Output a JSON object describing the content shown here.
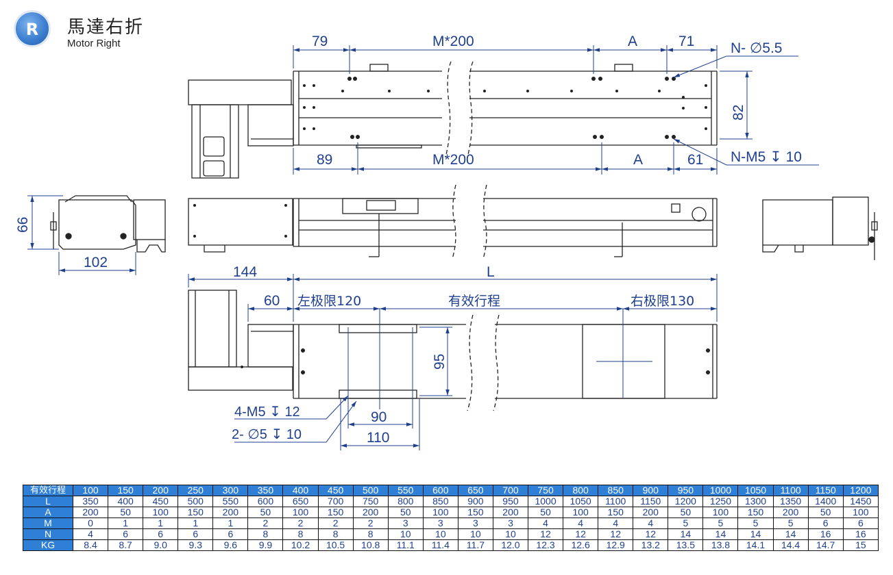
{
  "brand": {
    "title_cn": "馬達右折",
    "title_en": "Motor Right",
    "badge": "R"
  },
  "top_view": {
    "dim_79": "79",
    "dim_m200_top": "M*200",
    "dim_a_top": "A",
    "dim_71": "71",
    "dim_89": "89",
    "dim_m200_bottom": "M*200",
    "dim_a_bottom": "A",
    "dim_61": "61",
    "dim_82": "82",
    "note_holes": "N- ∅5.5",
    "note_threads": "N-M5 ↧ 10"
  },
  "front_view": {
    "dim_66": "66",
    "dim_102": "102"
  },
  "bottom_view": {
    "dim_144": "144",
    "dim_l": "L",
    "dim_60": "60",
    "left_limit": "左极限120",
    "stroke": "有效行程",
    "right_limit": "右极限130",
    "dim_95": "95",
    "note_carriage_threads": "4-M5 ↧ 12",
    "note_carriage_pins": "2- ∅5 ↧ 10",
    "dim_90": "90",
    "dim_110": "110"
  },
  "table": {
    "rows": [
      {
        "label": "有效行程",
        "values": [
          "100",
          "150",
          "200",
          "250",
          "300",
          "350",
          "400",
          "450",
          "500",
          "550",
          "600",
          "650",
          "700",
          "750",
          "800",
          "850",
          "900",
          "950",
          "1000",
          "1050",
          "1100",
          "1150",
          "1200"
        ]
      },
      {
        "label": "L",
        "values": [
          "350",
          "400",
          "450",
          "500",
          "550",
          "600",
          "650",
          "700",
          "750",
          "800",
          "850",
          "900",
          "950",
          "1000",
          "1050",
          "1100",
          "1150",
          "1200",
          "1250",
          "1300",
          "1350",
          "1400",
          "1450"
        ]
      },
      {
        "label": "A",
        "values": [
          "200",
          "50",
          "100",
          "150",
          "200",
          "50",
          "100",
          "150",
          "200",
          "50",
          "100",
          "150",
          "200",
          "50",
          "100",
          "150",
          "200",
          "50",
          "100",
          "150",
          "200",
          "50",
          "100"
        ]
      },
      {
        "label": "M",
        "values": [
          "0",
          "1",
          "1",
          "1",
          "1",
          "2",
          "2",
          "2",
          "2",
          "3",
          "3",
          "3",
          "3",
          "4",
          "4",
          "4",
          "4",
          "5",
          "5",
          "5",
          "5",
          "6",
          "6"
        ]
      },
      {
        "label": "N",
        "values": [
          "4",
          "6",
          "6",
          "6",
          "6",
          "8",
          "8",
          "8",
          "8",
          "10",
          "10",
          "10",
          "10",
          "12",
          "12",
          "12",
          "12",
          "14",
          "14",
          "14",
          "14",
          "16",
          "16"
        ]
      },
      {
        "label": "KG",
        "values": [
          "8.4",
          "8.7",
          "9.0",
          "9.3",
          "9.6",
          "9.9",
          "10.2",
          "10.5",
          "10.8",
          "11.1",
          "11.4",
          "11.7",
          "12.0",
          "12.3",
          "12.6",
          "12.9",
          "13.2",
          "13.5",
          "13.8",
          "14.1",
          "14.4",
          "14.7",
          "15"
        ]
      }
    ]
  },
  "colors": {
    "dimension": "#1f3f8f",
    "header": "#2f7fd6",
    "outline": "#222222"
  }
}
